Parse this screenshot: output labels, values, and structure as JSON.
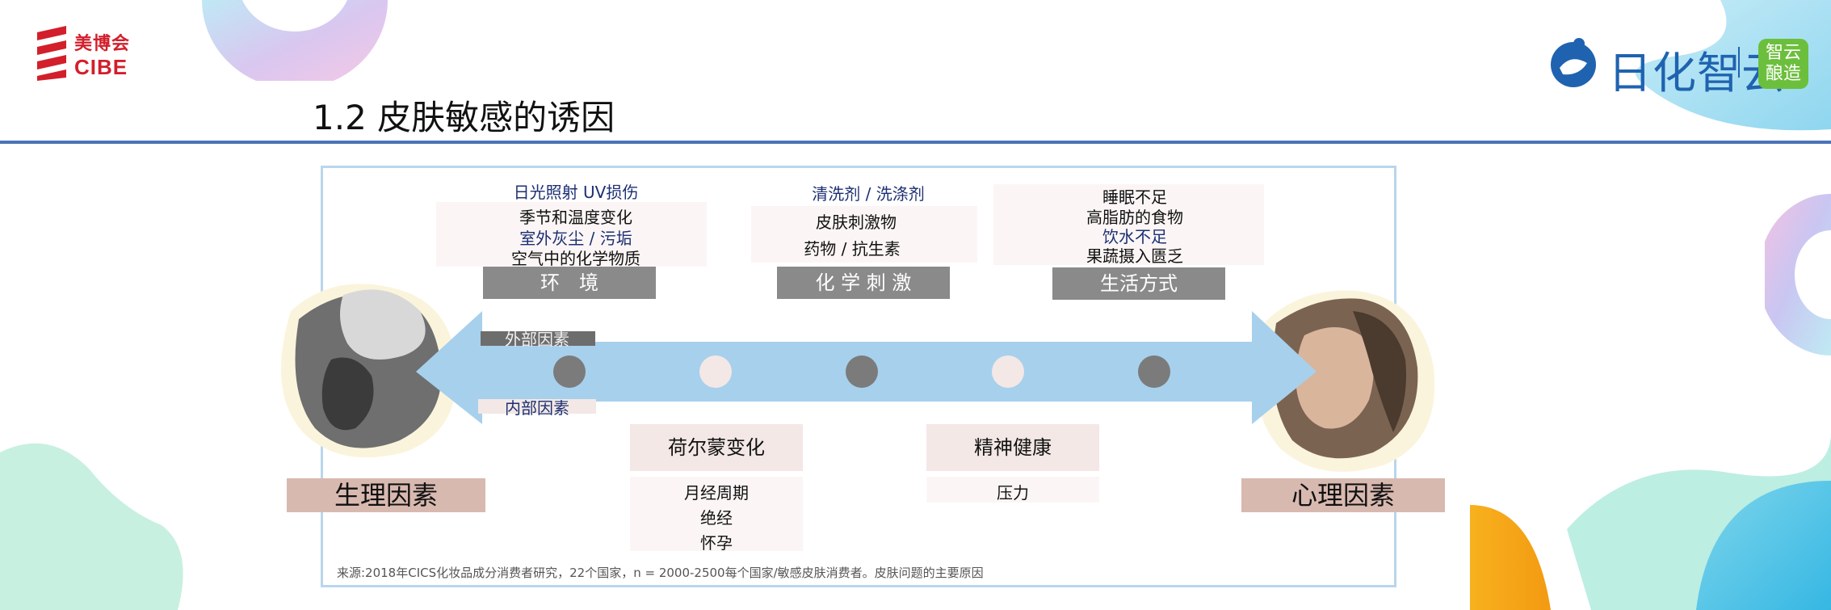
{
  "header": {
    "cibe_cn": "美博会",
    "cibe_en": "CIBE",
    "title": "1.2 皮肤敏感的诱因",
    "rizhi": "日化智云",
    "zhiyun": [
      "智云",
      "酿造"
    ]
  },
  "external": {
    "environment": {
      "lines": [
        "日光照射 UV损伤",
        "季节和温度变化",
        "室外灰尘 / 污垢",
        "空气中的化学物质"
      ],
      "label": "环　境"
    },
    "chemical": {
      "lines": [
        "清洗剂 / 洗涤剂",
        "皮肤刺激物",
        "药物 / 抗生素"
      ],
      "label": "化 学 刺 激"
    },
    "lifestyle": {
      "lines": [
        "睡眠不足",
        "高脂肪的食物",
        "饮水不足",
        "果蔬摄入匮乏"
      ],
      "label": "生活方式"
    }
  },
  "axis": {
    "external_label": "外部因素",
    "internal_label": "内部因素"
  },
  "internal": {
    "hormone": {
      "label": "荷尔蒙变化",
      "lines": [
        "月经周期",
        "绝经",
        "怀孕"
      ]
    },
    "mental": {
      "label": "精神健康",
      "lines": [
        "压力"
      ]
    }
  },
  "sides": {
    "left": "生理因素",
    "right": "心理因素"
  },
  "source": "来源:2018年CICS化妆品成分消费者研究，22个国家，n = 2000-2500每个国家/敏感皮肤消费者。皮肤问题的主要原因",
  "colors": {
    "accent_line": "#4a72b8",
    "arrow": "#a7d0ec",
    "brand_red": "#d21f2b",
    "brand_blue": "#1f63b0"
  }
}
